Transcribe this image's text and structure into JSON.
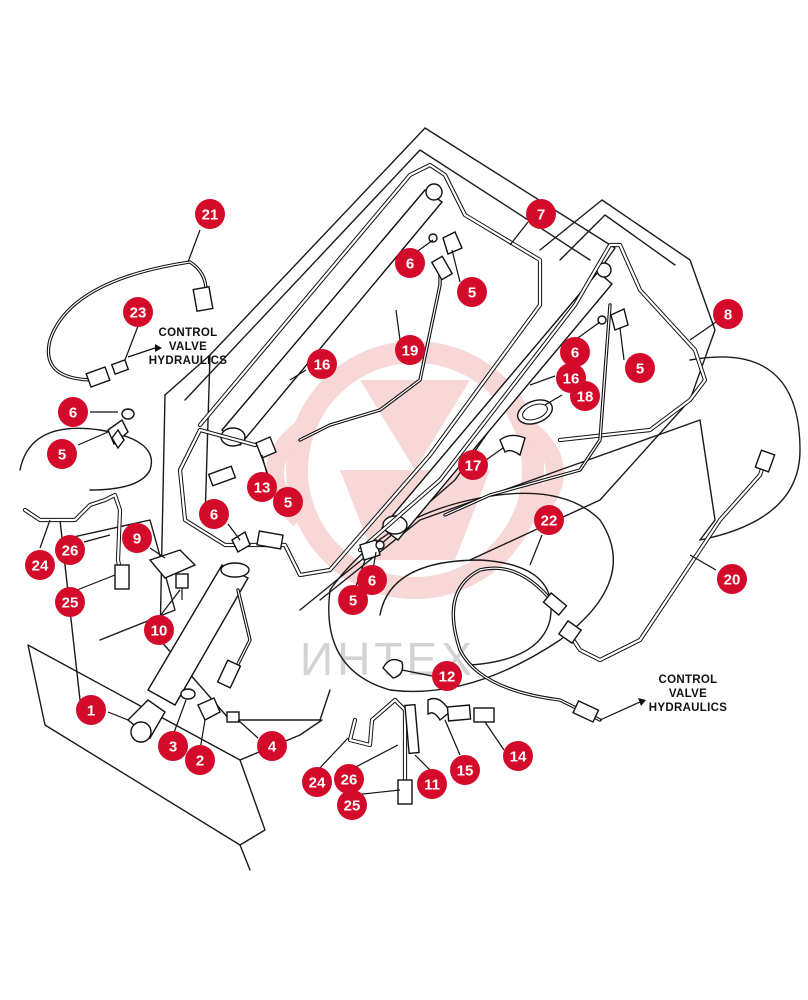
{
  "watermark": {
    "text": "ИНТЕХ",
    "color": "#f3b7b7"
  },
  "notes": [
    {
      "id": "note-upper",
      "lines": [
        "CONTROL",
        "VALVE",
        "HYDRAULICS"
      ]
    },
    {
      "id": "note-lower",
      "lines": [
        "CONTROL",
        "VALVE",
        "HYDRAULICS"
      ]
    }
  ],
  "callouts": [
    "21",
    "23",
    "6",
    "5",
    "24",
    "26",
    "25",
    "9",
    "10",
    "6",
    "13",
    "5",
    "16",
    "19",
    "6",
    "5",
    "7",
    "8",
    "6",
    "5",
    "16",
    "18",
    "17",
    "22",
    "20",
    "6",
    "5",
    "12",
    "1",
    "3",
    "2",
    "4",
    "24",
    "26",
    "25",
    "11",
    "15",
    "14"
  ],
  "colors": {
    "callout": "#d40a2a",
    "line": "#1a1a1a"
  }
}
